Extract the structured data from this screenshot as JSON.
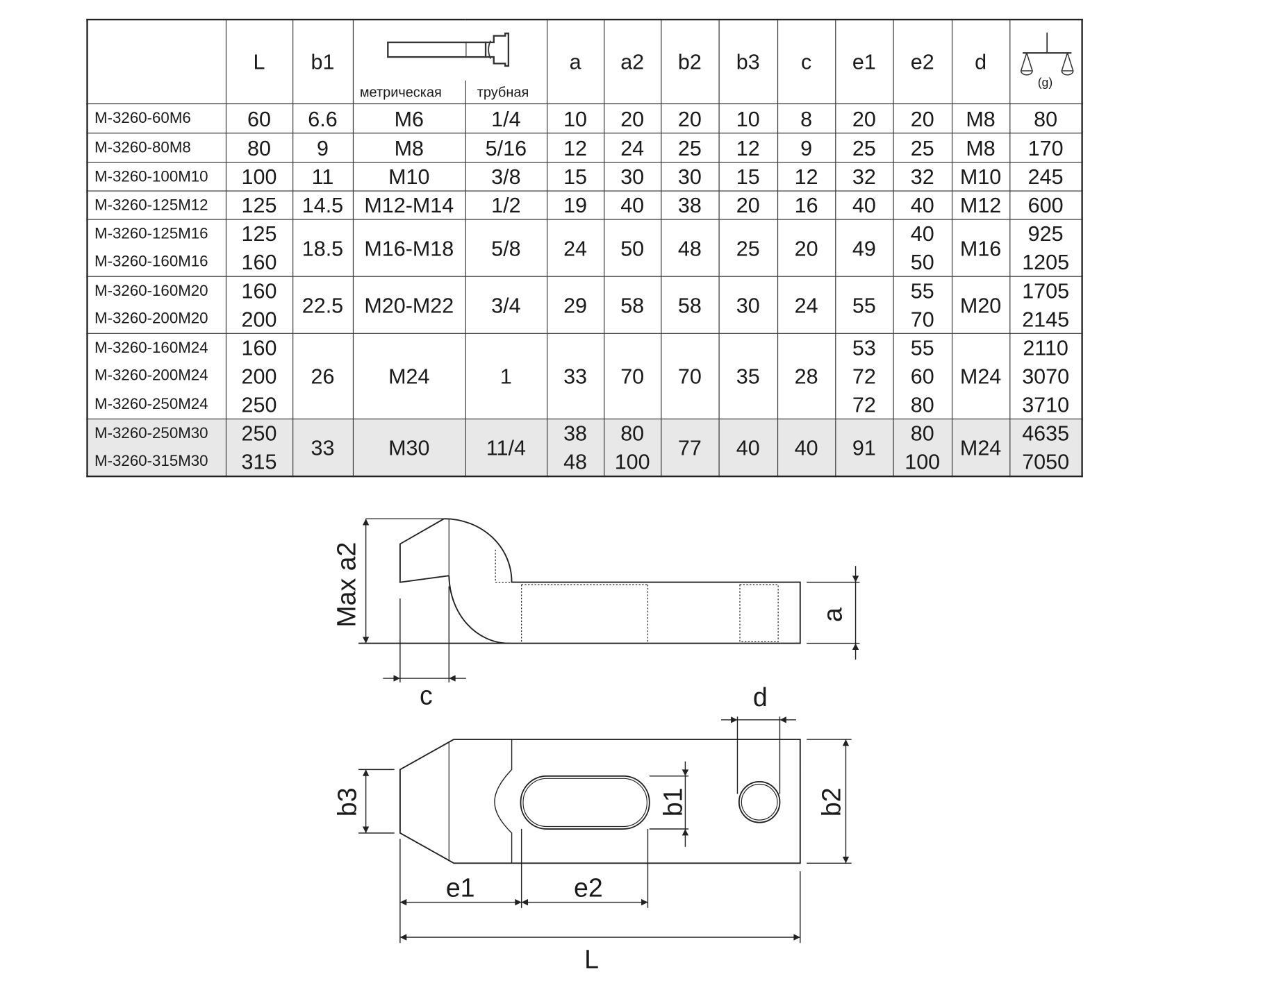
{
  "table": {
    "headers": [
      "L",
      "b1",
      "a",
      "a2",
      "b2",
      "b3",
      "c",
      "e1",
      "e2",
      "d"
    ],
    "thread_metric_label": "метрическая",
    "thread_pipe_label": "трубная",
    "weight_unit": "(g)",
    "icons": {
      "bolt": "bolt-icon",
      "weight": "scale-icon"
    },
    "groups": [
      {
        "models": [
          "M-3260-60M6"
        ],
        "L": [
          "60"
        ],
        "b1": [
          "6.6"
        ],
        "metric": [
          "M6"
        ],
        "pipe": [
          "1/4"
        ],
        "a": [
          "10"
        ],
        "a2": [
          "20"
        ],
        "b2": [
          "20"
        ],
        "b3": [
          "10"
        ],
        "c": [
          "8"
        ],
        "e1": [
          "20"
        ],
        "e2": [
          "20"
        ],
        "d": [
          "M8"
        ],
        "g": [
          "80"
        ]
      },
      {
        "models": [
          "M-3260-80M8"
        ],
        "L": [
          "80"
        ],
        "b1": [
          "9"
        ],
        "metric": [
          "M8"
        ],
        "pipe": [
          "5/16"
        ],
        "a": [
          "12"
        ],
        "a2": [
          "24"
        ],
        "b2": [
          "25"
        ],
        "b3": [
          "12"
        ],
        "c": [
          "9"
        ],
        "e1": [
          "25"
        ],
        "e2": [
          "25"
        ],
        "d": [
          "M8"
        ],
        "g": [
          "170"
        ]
      },
      {
        "models": [
          "M-3260-100M10"
        ],
        "L": [
          "100"
        ],
        "b1": [
          "11"
        ],
        "metric": [
          "M10"
        ],
        "pipe": [
          "3/8"
        ],
        "a": [
          "15"
        ],
        "a2": [
          "30"
        ],
        "b2": [
          "30"
        ],
        "b3": [
          "15"
        ],
        "c": [
          "12"
        ],
        "e1": [
          "32"
        ],
        "e2": [
          "32"
        ],
        "d": [
          "M10"
        ],
        "g": [
          "245"
        ]
      },
      {
        "models": [
          "M-3260-125M12"
        ],
        "L": [
          "125"
        ],
        "b1": [
          "14.5"
        ],
        "metric": [
          "M12-M14"
        ],
        "pipe": [
          "1/2"
        ],
        "a": [
          "19"
        ],
        "a2": [
          "40"
        ],
        "b2": [
          "38"
        ],
        "b3": [
          "20"
        ],
        "c": [
          "16"
        ],
        "e1": [
          "40"
        ],
        "e2": [
          "40"
        ],
        "d": [
          "M12"
        ],
        "g": [
          "600"
        ]
      },
      {
        "models": [
          "M-3260-125M16",
          "M-3260-160M16"
        ],
        "L": [
          "125",
          "160"
        ],
        "b1": [
          "18.5"
        ],
        "metric": [
          "M16-M18"
        ],
        "pipe": [
          "5/8"
        ],
        "a": [
          "24"
        ],
        "a2": [
          "50"
        ],
        "b2": [
          "48"
        ],
        "b3": [
          "25"
        ],
        "c": [
          "20"
        ],
        "e1": [
          "49"
        ],
        "e2": [
          "40",
          "50"
        ],
        "d": [
          "M16"
        ],
        "g": [
          "925",
          "1205"
        ]
      },
      {
        "models": [
          "M-3260-160M20",
          "M-3260-200M20"
        ],
        "L": [
          "160",
          "200"
        ],
        "b1": [
          "22.5"
        ],
        "metric": [
          "M20-M22"
        ],
        "pipe": [
          "3/4"
        ],
        "a": [
          "29"
        ],
        "a2": [
          "58"
        ],
        "b2": [
          "58"
        ],
        "b3": [
          "30"
        ],
        "c": [
          "24"
        ],
        "e1": [
          "55"
        ],
        "e2": [
          "55",
          "70"
        ],
        "d": [
          "M20"
        ],
        "g": [
          "1705",
          "2145"
        ]
      },
      {
        "models": [
          "M-3260-160M24",
          "M-3260-200M24",
          "M-3260-250M24"
        ],
        "L": [
          "160",
          "200",
          "250"
        ],
        "b1": [
          "26"
        ],
        "metric": [
          "M24"
        ],
        "pipe": [
          "1"
        ],
        "a": [
          "33"
        ],
        "a2": [
          "70"
        ],
        "b2": [
          "70"
        ],
        "b3": [
          "35"
        ],
        "c": [
          "28"
        ],
        "e1": [
          "53",
          "72",
          "72"
        ],
        "e2": [
          "55",
          "60",
          "80"
        ],
        "d": [
          "M24"
        ],
        "g": [
          "2110",
          "3070",
          "3710"
        ]
      },
      {
        "models": [
          "M-3260-250M30",
          "M-3260-315M30"
        ],
        "L": [
          "250",
          "315"
        ],
        "b1": [
          "33"
        ],
        "metric": [
          "M30"
        ],
        "pipe": [
          "11/4"
        ],
        "a": [
          "38",
          "48"
        ],
        "a2": [
          "80",
          "100"
        ],
        "b2": [
          "77"
        ],
        "b3": [
          "40"
        ],
        "c": [
          "40"
        ],
        "e1": [
          "91"
        ],
        "e2": [
          "80",
          "100"
        ],
        "d": [
          "M24"
        ],
        "g": [
          "4635",
          "7050"
        ],
        "shaded": true
      }
    ]
  },
  "drawing": {
    "labels": {
      "max_a2": "Max a2",
      "a": "a",
      "c": "c",
      "d": "d",
      "b3": "b3",
      "b1": "b1",
      "b2": "b2",
      "e1": "e1",
      "e2": "e2",
      "L": "L"
    }
  }
}
